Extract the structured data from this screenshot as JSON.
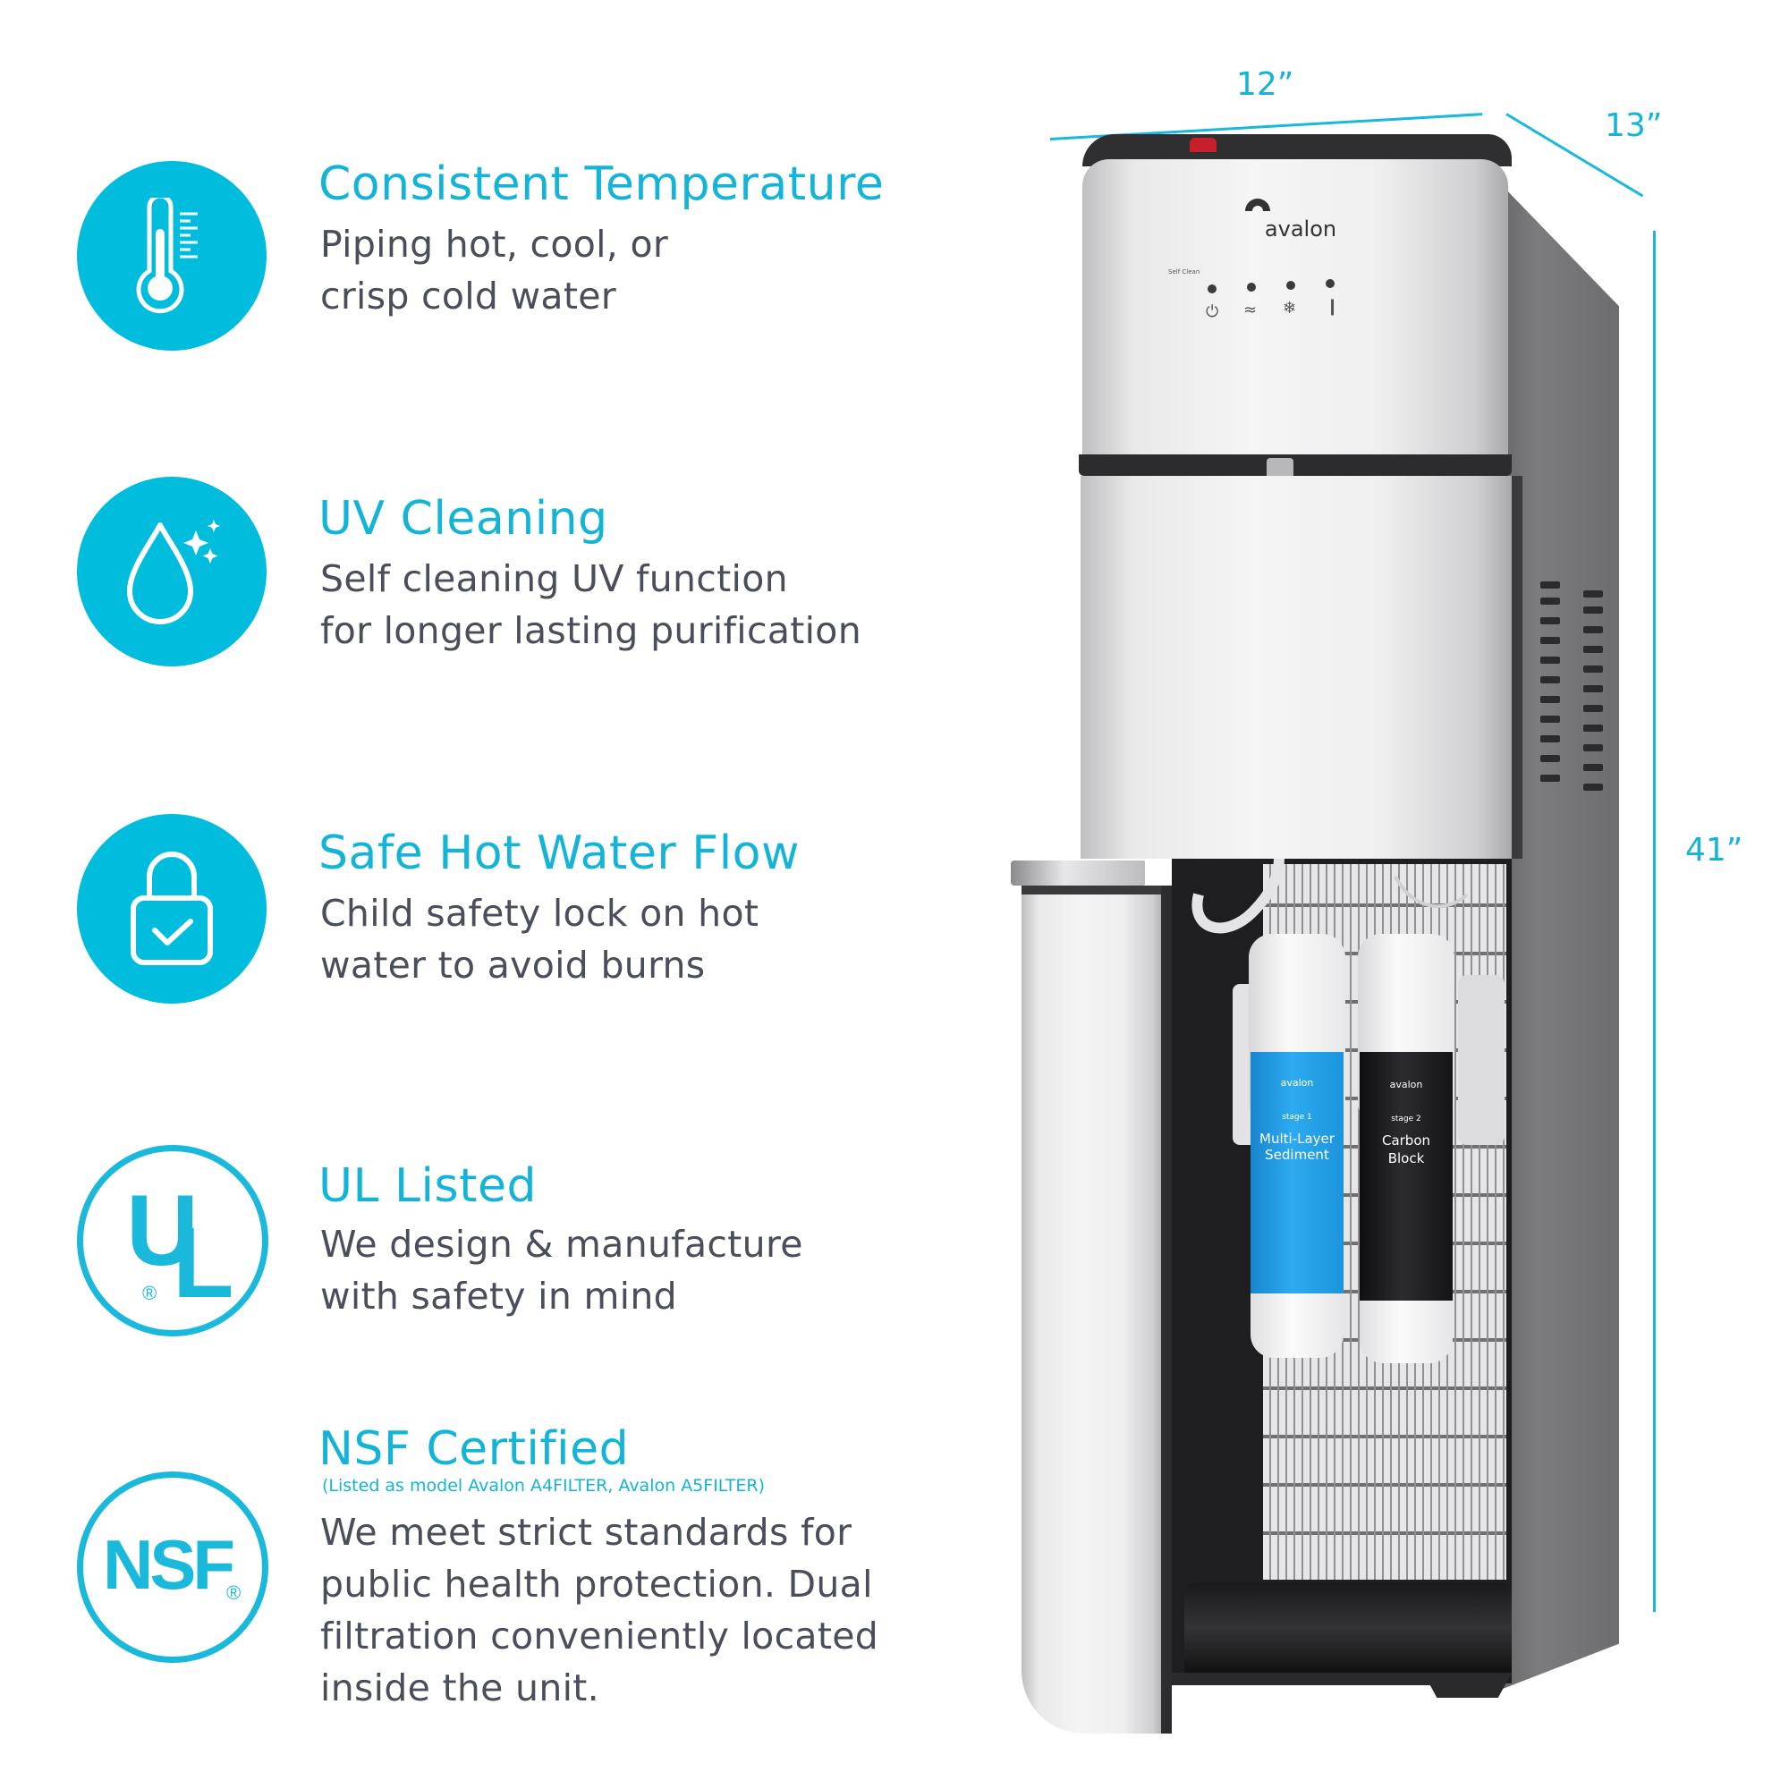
{
  "features": [
    {
      "id": "consistent-temperature",
      "icon": "thermometer-icon",
      "title": "Consistent Temperature",
      "description": "Piping hot, cool, or\ncrisp cold water"
    },
    {
      "id": "uv-cleaning",
      "icon": "water-drop-sparkle-icon",
      "title": "UV Cleaning",
      "description": "Self cleaning UV function\nfor longer lasting purification"
    },
    {
      "id": "safe-hot-water-flow",
      "icon": "padlock-check-icon",
      "title": "Safe Hot Water Flow",
      "description": "Child safety lock on hot\nwater to avoid burns"
    },
    {
      "id": "ul-listed",
      "icon": "ul-logo-icon",
      "title": "UL Listed",
      "description": "We design & manufacture\nwith safety in mind",
      "logo_text": {
        "u": "U",
        "l": "L",
        "registered": "®"
      }
    },
    {
      "id": "nsf-certified",
      "icon": "nsf-logo-icon",
      "title": "NSF Certified",
      "note": "(Listed as model Avalon A4FILTER, Avalon A5FILTER)",
      "description": "We meet strict standards for\npublic health protection. Dual\nfiltration conveniently located\ninside the unit.",
      "logo_text": {
        "nsf": "NSF",
        "registered": "®"
      }
    }
  ],
  "dimensions": {
    "width": "12”",
    "depth": "13”",
    "height": "41”"
  },
  "product": {
    "brand": "avalon",
    "control_panel": {
      "self_clean_label": "Self Clean",
      "buttons": [
        {
          "name": "power",
          "icon": "power-icon",
          "glyph": "⏻"
        },
        {
          "name": "hot",
          "icon": "heat-waves-icon",
          "glyph": "≈"
        },
        {
          "name": "cold",
          "icon": "snowflake-icon",
          "glyph": "❄"
        },
        {
          "name": "child-lock",
          "icon": "thermometer-small-icon",
          "glyph": "❙"
        }
      ]
    },
    "filters": [
      {
        "brand": "avalon",
        "stage": "stage 1",
        "name_line1": "Multi-Layer",
        "name_line2": "Sediment",
        "color": "#1e9fe0"
      },
      {
        "brand": "avalon",
        "stage": "stage 2",
        "name_line1": "Carbon",
        "name_line2": "Block",
        "color": "#1b1b1d"
      }
    ]
  },
  "colors": {
    "accent": "#1ab8da",
    "body_text": "#4a4d5a",
    "steel": "#e9e9ea",
    "dark": "#2b2b2d"
  }
}
